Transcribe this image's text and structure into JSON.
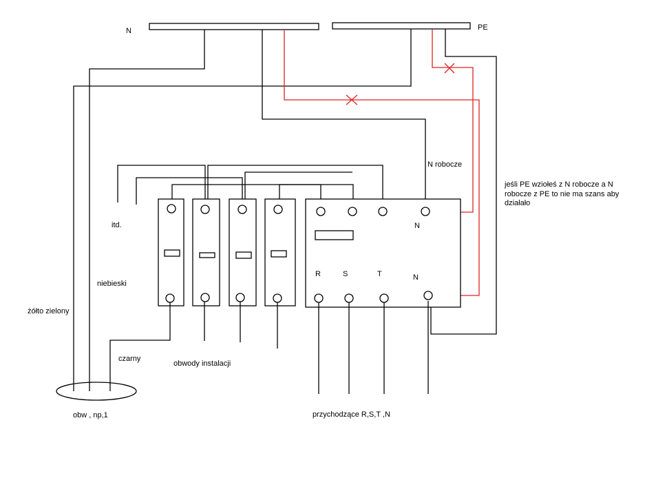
{
  "colors": {
    "wire": "#000000",
    "bridge": "#e02020",
    "background": "#ffffff"
  },
  "labels": {
    "n_bar": "N",
    "pe_bar": "PE",
    "n_robocze": "N robocze",
    "note_line1": "jeśli PE  wziołeś  z N robocze a N",
    "note_line2": "robocze z PE  to nie ma szans aby",
    "note_line3": "działało",
    "itd": "itd.",
    "niebieski": "niebieski",
    "zolto_zielony": "żółto zielony",
    "czarny": "czarny",
    "obwody_instalacji": "obwody instalacji",
    "obw": "obw , np,1",
    "przychodzace": "przychodzące  R,S,T ,N",
    "terminal_n_top": "N",
    "terminal_n_bottom": "N",
    "phase_r": "R",
    "phase_s": "S",
    "phase_t": "T"
  }
}
